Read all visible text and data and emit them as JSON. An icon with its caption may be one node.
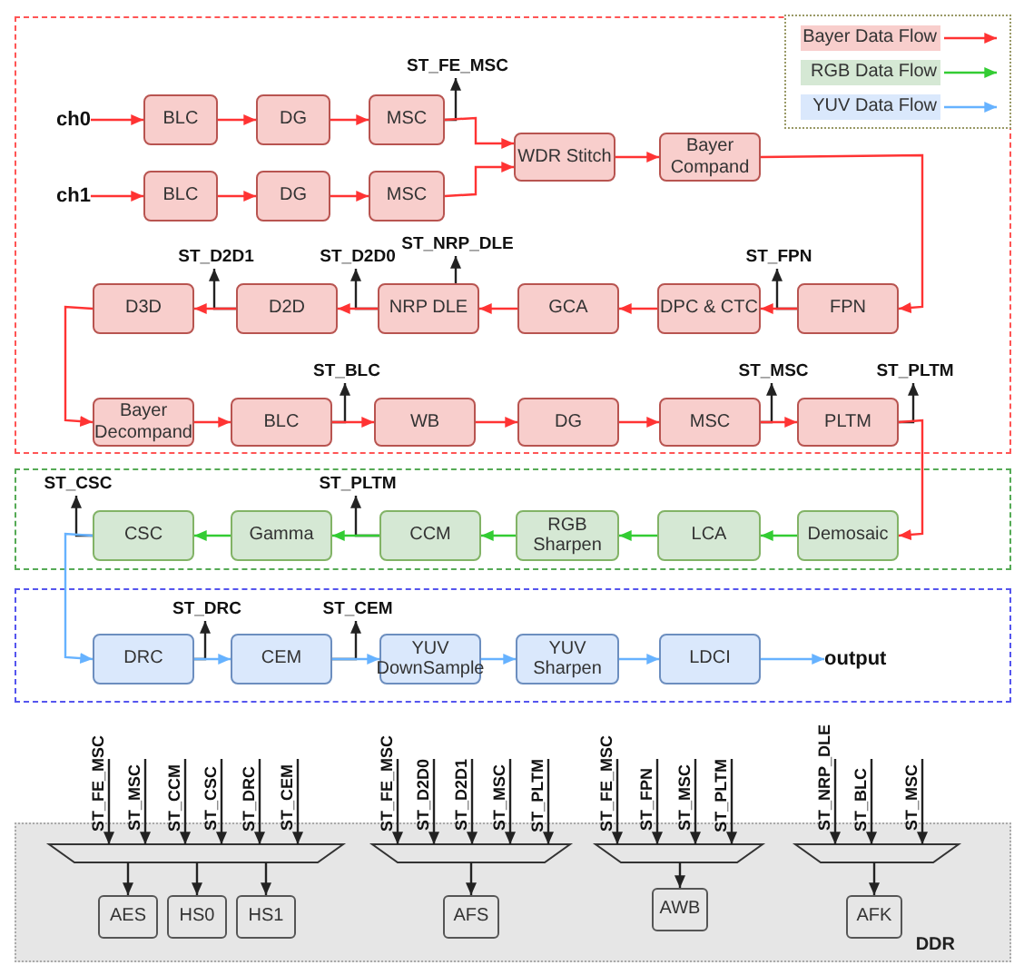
{
  "diagram": {
    "nodes": [
      {
        "text": [],
        "shape": "box"
      },
      {
        "text": [
          "ch0"
        ],
        "in": 0
      },
      {
        "text": [
          "BLC"
        ],
        "in": 0
      },
      {
        "text": [
          "DG"
        ],
        "in": 0
      },
      {
        "text": [
          "MSC"
        ],
        "in": 0
      },
      {
        "text": [
          "ST_FE_MSC"
        ],
        "in": 0
      },
      {
        "text": [
          "ch1"
        ],
        "in": 0
      },
      {
        "text": [
          "BLC"
        ],
        "in": 0
      },
      {
        "text": [
          "DG"
        ],
        "in": 0
      },
      {
        "text": [
          "MSC"
        ],
        "in": 0
      },
      {
        "text": [
          "WDR Stitch"
        ],
        "in": 0
      },
      {
        "text": [
          "Bayer Compand"
        ],
        "in": 0
      },
      {
        "text": [
          "ST_FPN"
        ],
        "in": 0
      },
      {
        "text": [
          "FPN"
        ],
        "in": 0
      },
      {
        "text": [
          "DPC & CTC"
        ],
        "in": 0
      },
      {
        "text": [
          "GCA"
        ],
        "in": 0
      },
      {
        "text": [
          "ST_NRP_DLE"
        ],
        "in": 0
      },
      {
        "text": [
          "NRP DLE"
        ],
        "in": 0
      },
      {
        "text": [
          "ST_D2D0"
        ],
        "in": 0
      },
      {
        "text": [
          "D2D"
        ],
        "in": 0
      },
      {
        "text": [
          "ST_D2D1"
        ],
        "in": 0
      },
      {
        "text": [
          "D3D"
        ],
        "in": 0
      },
      {
        "text": [
          "ST_BLC"
        ],
        "in": 0
      },
      {
        "text": [
          "ST_MSC"
        ],
        "in": 0
      },
      {
        "text": [
          "ST_PLTM"
        ],
        "in": 0
      },
      {
        "text": [
          "Bayer Decompand"
        ],
        "in": 0
      },
      {
        "text": [
          "BLC"
        ],
        "in": 0
      },
      {
        "text": [
          "WB"
        ],
        "in": 0
      },
      {
        "text": [
          "DG"
        ],
        "in": 0
      },
      {
        "text": [
          "MSC"
        ],
        "in": 0
      },
      {
        "text": [
          "PLTM"
        ],
        "in": 0
      },
      {
        "text": [],
        "shape": "box"
      },
      {
        "text": [
          "ST_CSC"
        ],
        "in": 31
      },
      {
        "text": [
          "ST_PLTM"
        ],
        "in": 31
      },
      {
        "text": [
          "CSC"
        ],
        "in": 31
      },
      {
        "text": [
          "Gamma"
        ],
        "in": 31
      },
      {
        "text": [
          "CCM"
        ],
        "in": 31
      },
      {
        "text": [
          "RGB Sharpen"
        ],
        "in": 31
      },
      {
        "text": [
          "LCA"
        ],
        "in": 31
      },
      {
        "text": [
          "Demosaic"
        ],
        "in": 31
      },
      {
        "text": [],
        "shape": "box"
      },
      {
        "text": [
          "ST_DRC"
        ],
        "in": 40
      },
      {
        "text": [
          "ST_CEM"
        ],
        "in": 40
      },
      {
        "text": [
          "DRC"
        ],
        "in": 40
      },
      {
        "text": [
          "CEM"
        ],
        "in": 40
      },
      {
        "text": [
          "YUV DownSample"
        ],
        "in": 40
      },
      {
        "text": [
          "YUV Sharpen"
        ],
        "in": 40
      },
      {
        "text": [
          "LDCI"
        ],
        "in": 40
      },
      {
        "text": [
          "output"
        ],
        "in": 40
      },
      {
        "text": [
          "ST_FE_MSC"
        ]
      },
      {
        "text": [
          "ST_MSC"
        ]
      },
      {
        "text": [
          "ST_CCM"
        ]
      },
      {
        "text": [
          "ST_CSC"
        ]
      },
      {
        "text": [
          "ST_DRC"
        ]
      },
      {
        "text": [
          "ST_CEM"
        ]
      },
      {
        "text": [
          "ST_FE_MSC"
        ]
      },
      {
        "text": [
          "ST_D2D0"
        ]
      },
      {
        "text": [
          "ST_D2D1"
        ]
      },
      {
        "text": [
          "ST_MSC"
        ]
      },
      {
        "text": [
          "ST_PLTM"
        ]
      },
      {
        "text": [
          "ST_FE_MSC"
        ]
      },
      {
        "text": [
          "ST_FPN"
        ]
      },
      {
        "text": [
          "ST_MSC"
        ]
      },
      {
        "text": [
          "ST_PLTM"
        ]
      },
      {
        "text": [
          "ST_NRP_DLE"
        ]
      },
      {
        "text": [
          "ST_BLC"
        ]
      },
      {
        "text": [
          "ST_MSC"
        ]
      },
      {
        "text": [
          "DDR"
        ]
      },
      {
        "text": [],
        "shape": "trapezoid",
        "in": 67
      },
      {
        "text": [
          "AES"
        ],
        "in": 67
      },
      {
        "text": [
          "HS0"
        ],
        "in": 67
      },
      {
        "text": [
          "HS1"
        ],
        "in": 67
      },
      {
        "text": [],
        "shape": "trapezoid",
        "in": 67
      },
      {
        "text": [
          "AFS"
        ],
        "in": 67
      },
      {
        "text": [],
        "shape": "trapezoid",
        "in": 67
      },
      {
        "text": [
          "AWB"
        ],
        "in": 67
      },
      {
        "text": [],
        "shape": "trapezoid",
        "in": 67
      },
      {
        "text": [
          "AFK"
        ],
        "in": 67
      }
    ],
    "edges": [
      {
        "from": 1,
        "to": 2,
        "arrow": "to",
        "color": "#ff3333"
      },
      {
        "from": 2,
        "to": 3,
        "arrow": "to",
        "color": "#ff3333"
      },
      {
        "from": 3,
        "to": 4,
        "arrow": "to",
        "color": "#ff3333"
      },
      {
        "from": 4,
        "to": 10,
        "arrow": "to",
        "color": "#ff3333"
      },
      {
        "from": 6,
        "to": 7,
        "arrow": "to",
        "color": "#ff3333"
      },
      {
        "from": 7,
        "to": 8,
        "arrow": "to",
        "color": "#ff3333"
      },
      {
        "from": 8,
        "to": 9,
        "arrow": "to",
        "color": "#ff3333"
      },
      {
        "from": 9,
        "to": 10,
        "arrow": "to",
        "color": "#ff3333"
      },
      {
        "from": 10,
        "to": 11,
        "arrow": "to",
        "color": "#ff3333"
      },
      {
        "from": 11,
        "to": 13,
        "arrow": "to",
        "color": "#ff3333"
      },
      {
        "from": 13,
        "to": 14,
        "arrow": "to",
        "color": "#ff3333"
      },
      {
        "from": 14,
        "to": 15,
        "arrow": "to",
        "color": "#ff3333"
      },
      {
        "from": 15,
        "to": 17,
        "arrow": "to",
        "color": "#ff3333"
      },
      {
        "from": 17,
        "to": 19,
        "arrow": "to",
        "color": "#ff3333"
      },
      {
        "from": 19,
        "to": 21,
        "arrow": "to",
        "color": "#ff3333"
      },
      {
        "from": 21,
        "to": 25,
        "arrow": "to",
        "color": "#ff3333"
      },
      {
        "from": 25,
        "to": 26,
        "arrow": "to",
        "color": "#ff3333"
      },
      {
        "from": 26,
        "to": 27,
        "arrow": "to",
        "color": "#ff3333"
      },
      {
        "from": 27,
        "to": 28,
        "arrow": "to",
        "color": "#ff3333"
      },
      {
        "from": 28,
        "to": 29,
        "arrow": "to",
        "color": "#ff3333"
      },
      {
        "from": 29,
        "to": 30,
        "arrow": "to",
        "color": "#ff3333"
      },
      {
        "from": 30,
        "to": 39,
        "arrow": "to",
        "color": "#ff3333"
      },
      {
        "from": 39,
        "to": 38,
        "arrow": "to",
        "color": "#33cc33"
      },
      {
        "from": 38,
        "to": 37,
        "arrow": "to",
        "color": "#33cc33"
      },
      {
        "from": 37,
        "to": 36,
        "arrow": "to",
        "color": "#33cc33"
      },
      {
        "from": 36,
        "to": 35,
        "arrow": "to",
        "color": "#33cc33"
      },
      {
        "from": 35,
        "to": 34,
        "arrow": "to",
        "color": "#33cc33"
      },
      {
        "from": 34,
        "to": 43,
        "arrow": "to",
        "color": "#66b2ff"
      },
      {
        "from": 43,
        "to": 44,
        "arrow": "to",
        "color": "#66b2ff"
      },
      {
        "from": 44,
        "to": 45,
        "arrow": "to",
        "color": "#66b2ff"
      },
      {
        "from": 45,
        "to": 46,
        "arrow": "to",
        "color": "#66b2ff"
      },
      {
        "from": 46,
        "to": 47,
        "arrow": "to",
        "color": "#66b2ff"
      },
      {
        "from": 47,
        "to": 48,
        "arrow": "to",
        "color": "#66b2ff"
      },
      {
        "from": 4,
        "to": 5,
        "arrow": "to"
      },
      {
        "from": 13,
        "to": 12,
        "arrow": "to"
      },
      {
        "from": 17,
        "to": 16,
        "arrow": "to"
      },
      {
        "from": 17,
        "to": 18,
        "arrow": "to"
      },
      {
        "from": 19,
        "to": 20,
        "arrow": "to"
      },
      {
        "from": 26,
        "to": 22,
        "arrow": "to"
      },
      {
        "from": 29,
        "to": 23,
        "arrow": "to"
      },
      {
        "from": 30,
        "to": 24,
        "arrow": "to"
      },
      {
        "from": 34,
        "to": 32,
        "arrow": "to"
      },
      {
        "from": 36,
        "to": 33,
        "arrow": "to"
      },
      {
        "from": 43,
        "to": 41,
        "arrow": "to"
      },
      {
        "from": 44,
        "to": 42,
        "arrow": "to"
      },
      {
        "from": 49,
        "to": 68,
        "arrow": "to"
      },
      {
        "from": 50,
        "to": 68,
        "arrow": "to"
      },
      {
        "from": 51,
        "to": 68,
        "arrow": "to"
      },
      {
        "from": 52,
        "to": 68,
        "arrow": "to"
      },
      {
        "from": 53,
        "to": 68,
        "arrow": "to"
      },
      {
        "from": 54,
        "to": 68,
        "arrow": "to"
      },
      {
        "from": 55,
        "to": 72,
        "arrow": "to"
      },
      {
        "from": 56,
        "to": 72,
        "arrow": "to"
      },
      {
        "from": 57,
        "to": 72,
        "arrow": "to"
      },
      {
        "from": 58,
        "to": 72,
        "arrow": "to"
      },
      {
        "from": 59,
        "to": 72,
        "arrow": "to"
      },
      {
        "from": 60,
        "to": 74,
        "arrow": "to"
      },
      {
        "from": 61,
        "to": 74,
        "arrow": "to"
      },
      {
        "from": 62,
        "to": 74,
        "arrow": "to"
      },
      {
        "from": 63,
        "to": 74,
        "arrow": "to"
      },
      {
        "from": 64,
        "to": 76,
        "arrow": "to"
      },
      {
        "from": 65,
        "to": 76,
        "arrow": "to"
      },
      {
        "from": 66,
        "to": 76,
        "arrow": "to"
      },
      {
        "from": 68,
        "to": 69,
        "arrow": "to"
      },
      {
        "from": 68,
        "to": 70,
        "arrow": "to"
      },
      {
        "from": 68,
        "to": 71,
        "arrow": "to"
      },
      {
        "from": 72,
        "to": 73,
        "arrow": "to"
      },
      {
        "from": 74,
        "to": 75,
        "arrow": "to"
      },
      {
        "from": 76,
        "to": 77,
        "arrow": "to"
      }
    ],
    "legend": [
      {
        "text": "Bayer Data Flow",
        "color": "#f8cecc"
      },
      {
        "text": "RGB Data Flow",
        "color": "#d5e8d4"
      },
      {
        "text": "YUV Data Flow",
        "color": "#dae8fc"
      }
    ]
  }
}
